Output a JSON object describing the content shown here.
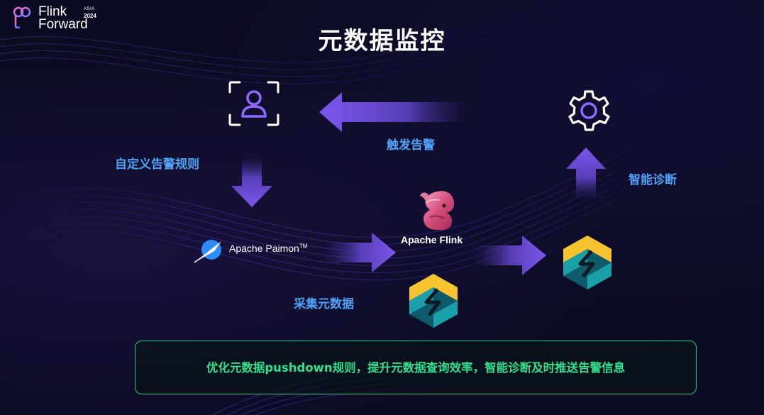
{
  "logo": {
    "line1": "Flink",
    "line2": "Forward",
    "region": "ASIA",
    "year": "2024"
  },
  "title": "元数据监控",
  "labels": {
    "trigger_alert": "触发告警",
    "custom_rules": "自定义告警规则",
    "smart_diagnosis": "智能诊断",
    "collect_metadata": "采集元数据"
  },
  "logos": {
    "paimon": "Apache Paimon",
    "paimon_tm": "TM",
    "flink": "Apache Flink"
  },
  "summary": "优化元数据pushdown规则，提升元数据查询效率，智能诊断及时推送告警信息",
  "colors": {
    "accent_purple": "#7b56e8",
    "label_blue": "#4fa3f7",
    "summary_green": "#2fe08e",
    "box_border": "#1fc88a"
  }
}
